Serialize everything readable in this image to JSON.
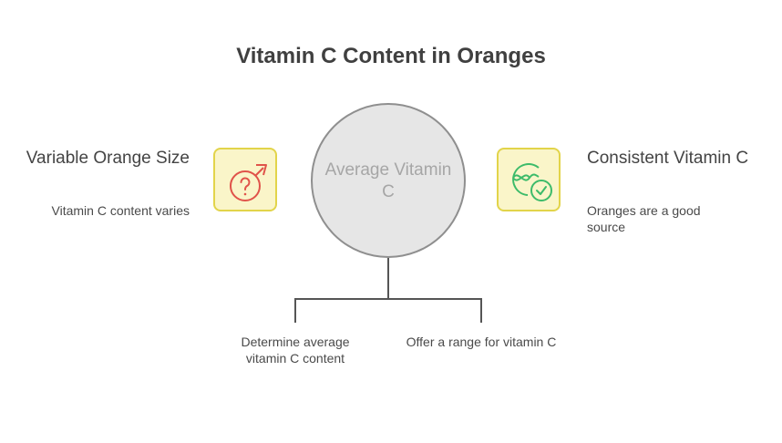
{
  "title": "Vitamin C Content in Oranges",
  "center": {
    "label": "Average Vitamin C",
    "fill": "#e6e6e6",
    "stroke": "#8f8f8f"
  },
  "left": {
    "title": "Variable Orange Size",
    "description": "Vitamin C content varies",
    "icon": "question-male-symbol-icon",
    "icon_color": "#e0534a"
  },
  "right": {
    "title": "Consistent Vitamin C",
    "description": "Oranges are a good source",
    "icon": "dna-check-icon",
    "icon_color": "#3dbb6a"
  },
  "branches": [
    {
      "label": "Determine average vitamin C content"
    },
    {
      "label": "Offer a range for vitamin C"
    }
  ],
  "icon_box": {
    "fill": "#faf5c9",
    "stroke": "#e2d44a"
  }
}
